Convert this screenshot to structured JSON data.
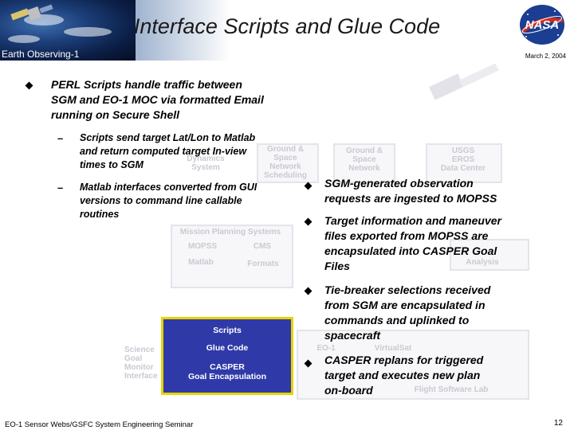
{
  "header": {
    "title": "Interface Scripts and Glue Code",
    "subtitle": "Earth Observing-1",
    "date": "March 2, 2004",
    "logo_text": "NASA"
  },
  "bullets": [
    {
      "text_lines": [
        "PERL Scripts handle traffic between",
        "SGM and EO-1 MOC via formatted Email",
        "running on Secure Shell"
      ]
    },
    {
      "text_lines": [
        "SGM-generated observation",
        "requests are ingested to MOPSS"
      ]
    },
    {
      "text_lines": [
        "Target information and maneuver",
        "files exported from MOPSS are",
        "encapsulated into CASPER Goal",
        "Files"
      ]
    },
    {
      "text_lines": [
        "Tie-breaker selections received",
        "from SGM are encapsulated in",
        "commands and uplinked to",
        "spacecraft"
      ]
    },
    {
      "text_lines": [
        "CASPER replans for triggered",
        "target and executes new plan",
        "on-board"
      ]
    }
  ],
  "sub_bullets": [
    {
      "dash": "–",
      "text_lines": [
        "Scripts send target Lat/Lon to Matlab",
        "and return computed target In-view",
        "times to SGM"
      ]
    },
    {
      "dash": "–",
      "text_lines": [
        "Matlab interfaces converted from GUI",
        "versions to command line callable",
        "routines"
      ]
    }
  ],
  "diagram": {
    "faded_labels": {
      "ground_space_network_scheduling": [
        "Ground &",
        "Space",
        "Network",
        "Scheduling"
      ],
      "dynamics_system": [
        "Dynamics",
        "System"
      ],
      "ground_space_network": [
        "Ground &",
        "Space",
        "Network"
      ],
      "usgs_eros": [
        "USGS",
        "EROS",
        "Data Center"
      ],
      "mission_planning_systems": "Mission Planning Systems",
      "mopss": "MOPSS",
      "cms": "CMS",
      "matlab": "Matlab",
      "formats": "Formats",
      "analysis": "Analysis",
      "science_goal_monitor_interface": [
        "Science",
        "Goal",
        "Monitor",
        "Interface"
      ],
      "eo1": "EO-1",
      "virtualsat": "VirtualSat",
      "flight_software_lab": "Flight Software Lab"
    },
    "highlight_box": {
      "scripts": "Scripts",
      "glue_code": "Glue Code",
      "casper": "CASPER",
      "goal_encapsulation": "Goal Encapsulation"
    },
    "colors": {
      "box_fill": "#2f3aa8",
      "box_border": "#e8d400"
    }
  },
  "footer": {
    "text": "EO-1 Sensor Webs/GSFC System Engineering Seminar",
    "page_number": "12"
  }
}
